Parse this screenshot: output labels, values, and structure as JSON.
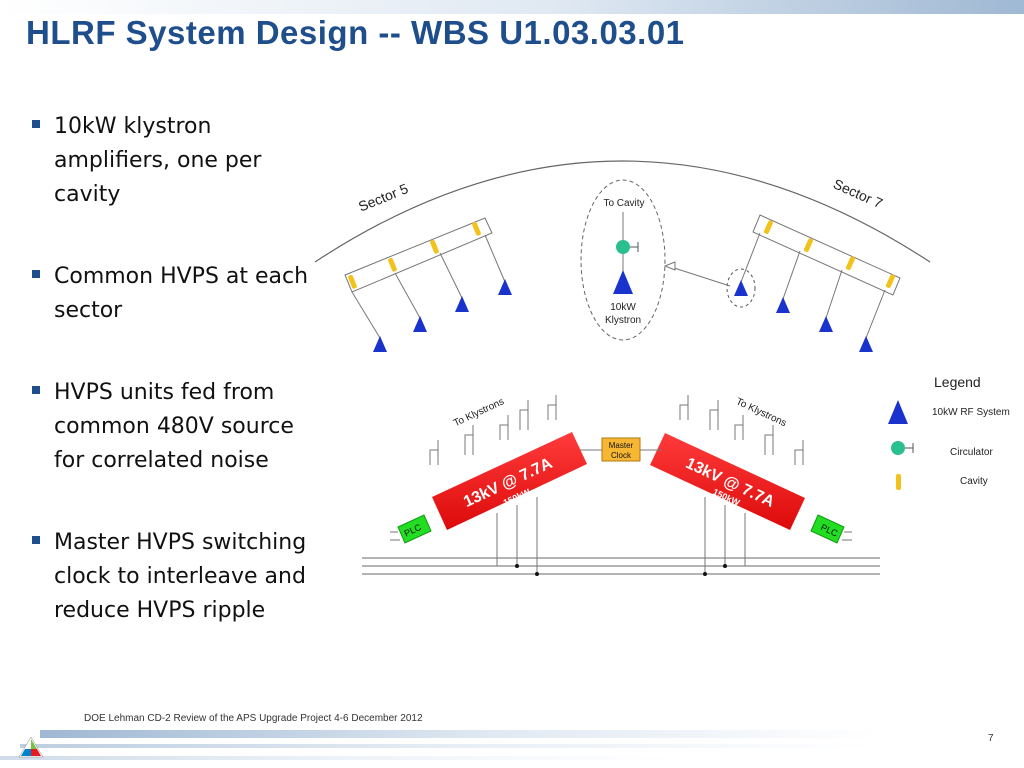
{
  "slide": {
    "title": "HLRF System Design -- WBS U1.03.03.01",
    "bullets": [
      "10kW klystron amplifiers, one per cavity",
      "Common HVPS at each sector",
      "HVPS units fed from common 480V source for correlated noise",
      "Master HVPS switching clock to interleave and reduce HVPS ripple"
    ],
    "footer": "DOE Lehman CD-2 Review of the APS Upgrade Project    4-6 December  2012",
    "page_number": "7"
  },
  "diagram": {
    "sector_left": "Sector 5",
    "sector_right": "Sector 7",
    "to_cavity": "To Cavity",
    "klystron_label_1": "10kW",
    "klystron_label_2": "Klystron",
    "to_klystrons": "To Klystrons",
    "master_clock_1": "Master",
    "master_clock_2": "Clock",
    "hvps_rating": "13kV @ 7.7A",
    "hvps_power": "150kW",
    "plc": "PLC",
    "legend_title": "Legend",
    "legend_items": [
      "10kW RF System",
      "Circulator",
      "Cavity"
    ],
    "colors": {
      "title": "#1f4e8c",
      "klystron_triangle": "#1a33cc",
      "circulator": "#2bbf8c",
      "cavity": "#f2c21b",
      "hvps": "#ee1c1c",
      "plc": "#22dd22",
      "master_clock": "#f7b733"
    }
  }
}
